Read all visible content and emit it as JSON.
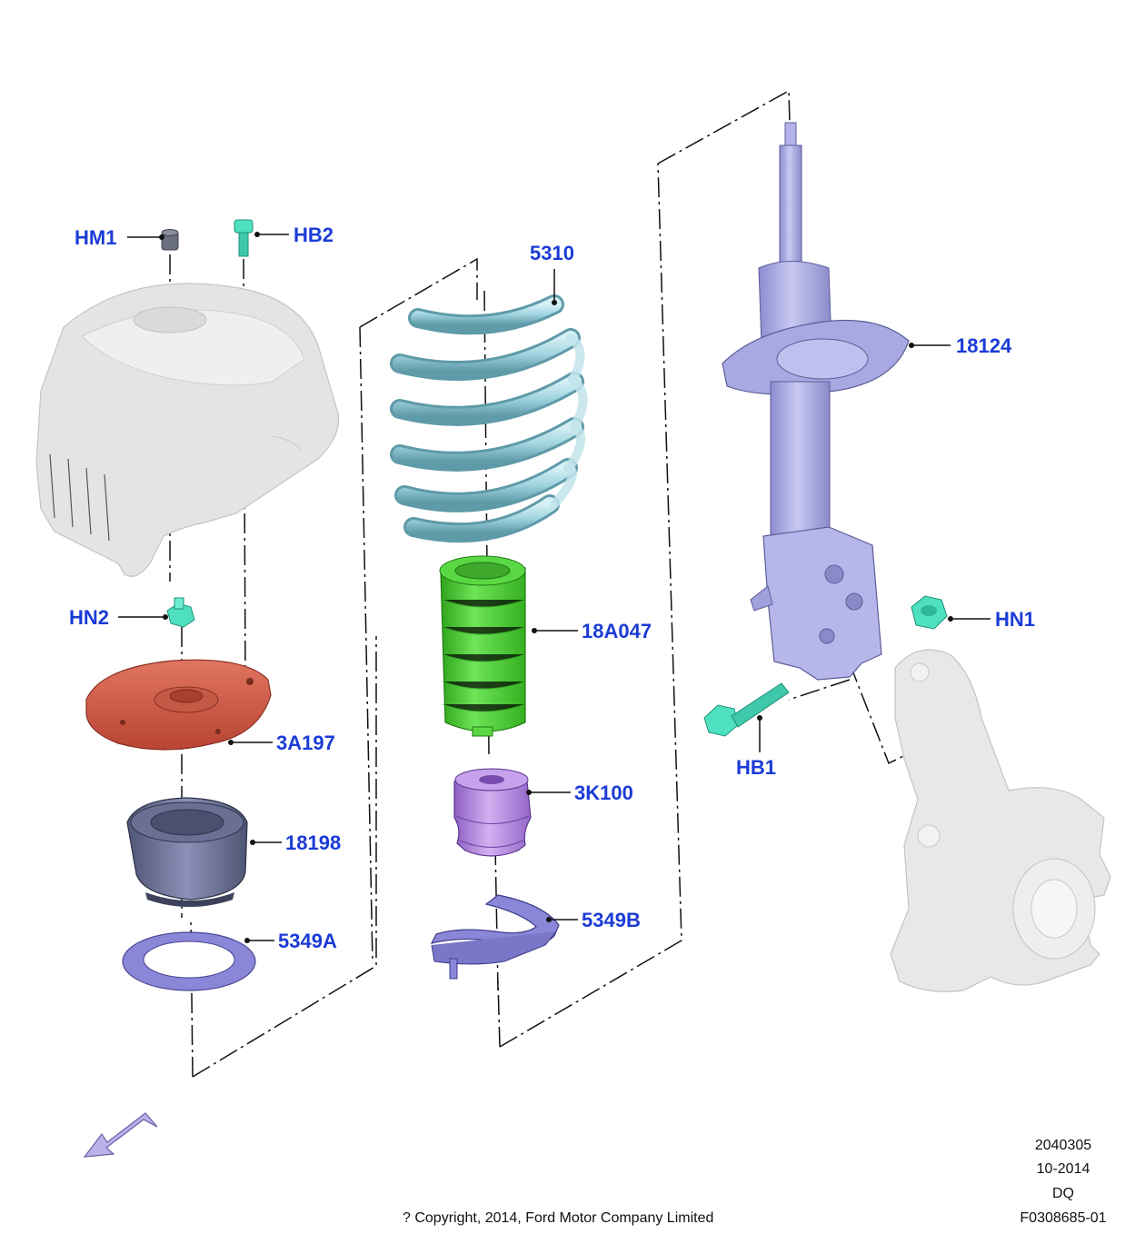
{
  "callouts": {
    "hm1": "HM1",
    "hb2": "HB2",
    "c5310": "5310",
    "c18124": "18124",
    "hn2": "HN2",
    "c18a047": "18A047",
    "hn1": "HN1",
    "c3a197": "3A197",
    "hb1": "HB1",
    "c3k100": "3K100",
    "c18198": "18198",
    "c5349b": "5349B",
    "c5349a": "5349A"
  },
  "footer": {
    "number": "2040305",
    "date": "10-2014",
    "code": "DQ",
    "ref": "F0308685-01",
    "copyright": "? Copyright, 2014, Ford Motor Company Limited"
  },
  "icons": {
    "direction": "front-direction-arrow-icon"
  },
  "colors": {
    "callout_text": "#1a3bd6",
    "spring": "#9fd4df",
    "dust_boot": "#4fd63a",
    "mount_plate": "#d2553e",
    "bump_stop": "#b98ee6",
    "strut": "#b3b3ea",
    "fastener": "#4fe0c0",
    "bearing": "#7a80a8",
    "insulator": "#8a86d8",
    "knuckle": "#e8e8e8",
    "tower_cover": "#e4e4e4"
  }
}
